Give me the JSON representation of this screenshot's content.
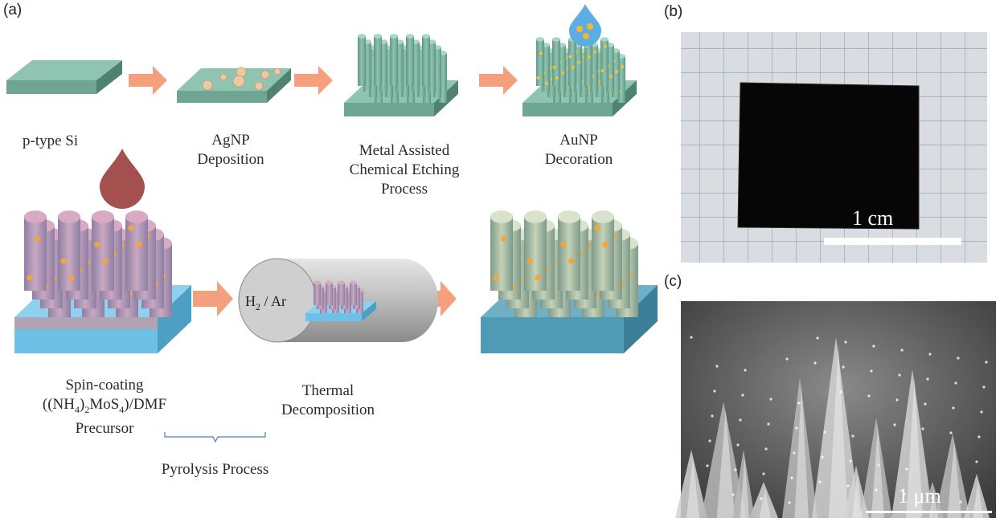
{
  "panels": {
    "a": "(a)",
    "b": "(b)",
    "c": "(c)"
  },
  "steps": {
    "s1": "p-type Si",
    "s2_l1": "AgNP",
    "s2_l2": "Deposition",
    "s3_l1": "Metal Assisted",
    "s3_l2": "Chemical Etching",
    "s3_l3": "Process",
    "s4_l1": "AuNP",
    "s4_l2": "Decoration",
    "s5_l1": "Spin-coating",
    "s5_l2": "((NH",
    "s5_l2_sub1": "4",
    "s5_l2_mid": ")",
    "s5_l2_sub2": "2",
    "s5_l2_mid2": "MoS",
    "s5_l2_sub3": "4",
    "s5_l2_end": ")/DMF",
    "s5_l3": "Precursor",
    "s6_l1": "Thermal",
    "s6_l2": "Decomposition",
    "pyrolysis": "Pyrolysis Process"
  },
  "furnace": {
    "gas_main": "H",
    "gas_sub": "2",
    "gas_end": " / Ar"
  },
  "photo": {
    "scale_label": "1 cm"
  },
  "sem": {
    "scale_label": "1 μm"
  },
  "colors": {
    "si_top": "#7fb5a2",
    "si_side": "#5f9684",
    "arrow": "#f4a07f",
    "au": "#f2b733",
    "ag": "#e8c9a0",
    "drop_red": "#a4504e",
    "drop_blue": "#5aaee4",
    "substrate_blue": "#6fc0e6",
    "precursor": "#c98fa6",
    "final_pillar": "#a8b8a0"
  }
}
